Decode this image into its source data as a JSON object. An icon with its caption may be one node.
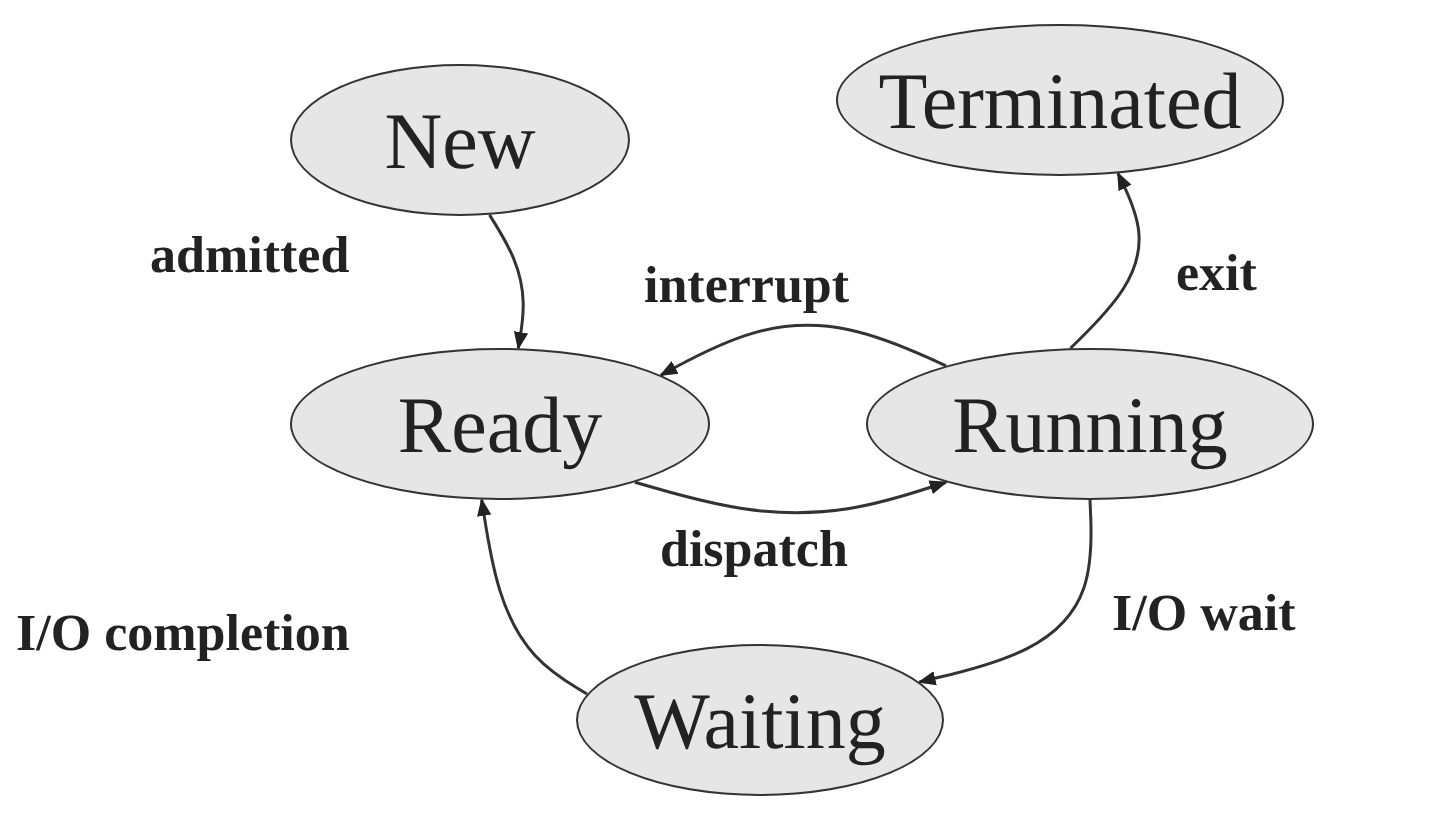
{
  "diagram": {
    "nodes": [
      {
        "text": [
          "New"
        ]
      },
      {
        "text": [
          "Terminated"
        ]
      },
      {
        "text": [
          "Ready"
        ]
      },
      {
        "text": [
          "Running"
        ]
      },
      {
        "text": [
          "Waiting"
        ]
      }
    ],
    "edges": [
      {
        "from": 0,
        "to": 2,
        "arrow": "to",
        "label": "admitted"
      },
      {
        "from": 3,
        "to": 1,
        "arrow": "to",
        "label": "exit"
      },
      {
        "from": 3,
        "to": 2,
        "arrow": "to",
        "label": "interrupt"
      },
      {
        "from": 2,
        "to": 3,
        "arrow": "to",
        "label": "dispatch"
      },
      {
        "from": 3,
        "to": 4,
        "arrow": "to",
        "label": "I/O wait"
      },
      {
        "from": 4,
        "to": 2,
        "arrow": "to",
        "label": "I/O completion"
      }
    ]
  }
}
